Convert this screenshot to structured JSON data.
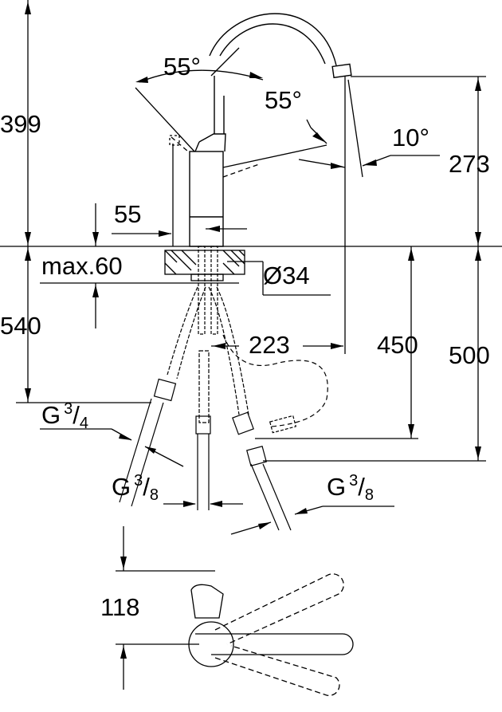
{
  "drawing": {
    "dimensions": {
      "total_height": "399",
      "angle_left": "55°",
      "angle_right": "55°",
      "angle_spout": "10°",
      "spout_height": "273",
      "base_width": "55",
      "max_thickness": "max.60",
      "hole_diameter": "Ø34",
      "below_counter": "540",
      "spout_reach": "223",
      "hose_450": "450",
      "hose_500": "500",
      "handle_offset": "118"
    },
    "threads": {
      "main_left": {
        "g": "G",
        "num": "3",
        "den": "4"
      },
      "center": {
        "g": "G",
        "num": "3",
        "den": "8"
      },
      "right": {
        "g": "G",
        "num": "3",
        "den": "8"
      }
    }
  }
}
